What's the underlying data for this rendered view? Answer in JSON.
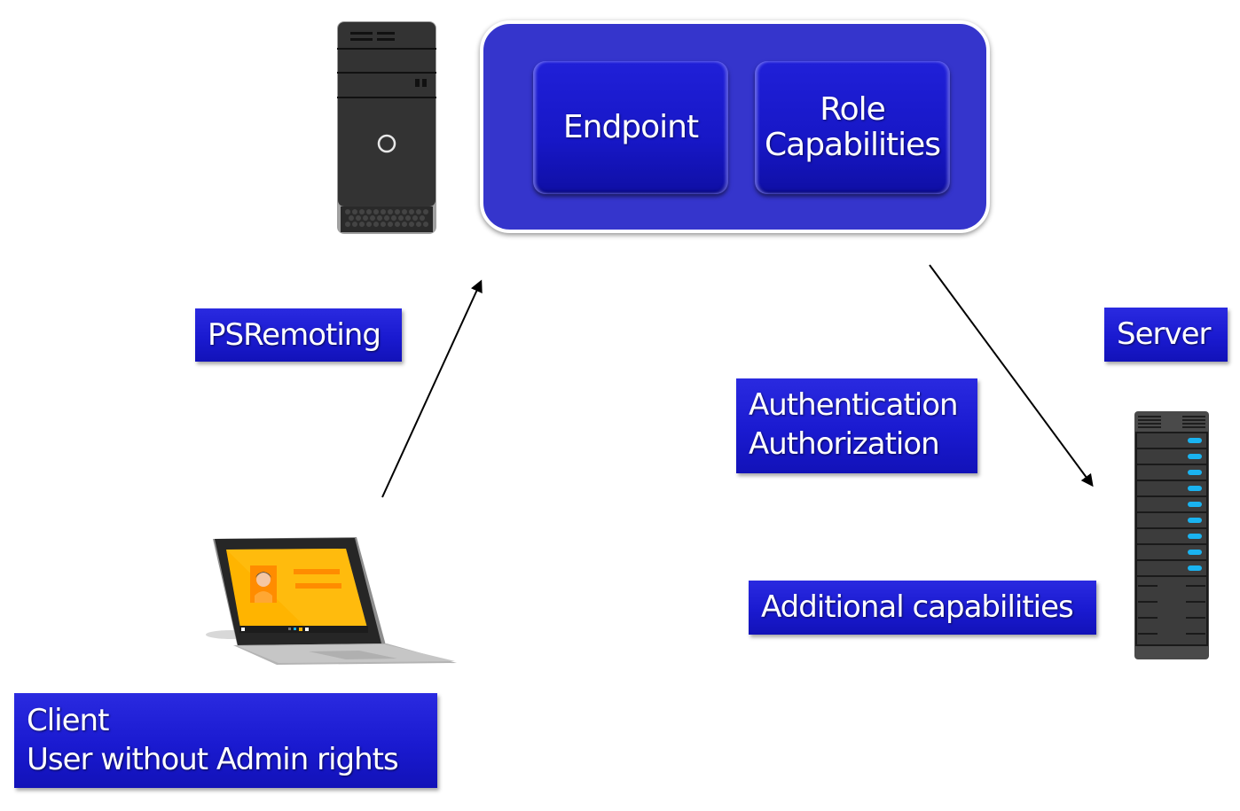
{
  "diagram": {
    "endpoint_group": {
      "endpoint_label": "Endpoint",
      "role_capabilities_lines": [
        "Role",
        "Capabilities"
      ]
    },
    "labels": {
      "psremoting": "PSRemoting",
      "server": "Server",
      "auth_lines": [
        "Authentication",
        "Authorization"
      ],
      "additional": "Additional capabilities",
      "client_lines": [
        "Client",
        "User without Admin rights"
      ]
    },
    "icons": {
      "tower": "desktop-tower-icon",
      "laptop": "laptop-login-icon",
      "rack": "server-rack-icon"
    },
    "arrows": [
      {
        "from": "client",
        "to": "endpoint-group",
        "label": "PSRemoting"
      },
      {
        "from": "endpoint-group",
        "to": "server",
        "label": "Authentication / Authorization"
      }
    ],
    "colors": {
      "label_blue": "#1a1ad0",
      "container_blue": "#3535cc",
      "screen_orange": "#ffb400",
      "rack_led": "#1ab3f0",
      "device_dark": "#333333"
    }
  }
}
